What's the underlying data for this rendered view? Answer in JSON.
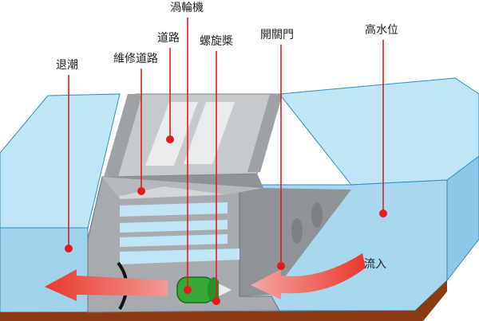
{
  "labels": {
    "turbine": "渦輪機",
    "road": "道路",
    "maintenance_road": "維修道路",
    "propeller": "螺旋槳",
    "gate": "開關門",
    "high_water": "高水位",
    "ebb": "退潮",
    "inflow": "流入"
  },
  "colors": {
    "water_top": "#bfe6f7",
    "water_front": "#9fd3ec",
    "concrete": "#a7abb0",
    "ground": "#8b3a14",
    "arrow": "#e8392c",
    "turbine": "#39a935"
  }
}
